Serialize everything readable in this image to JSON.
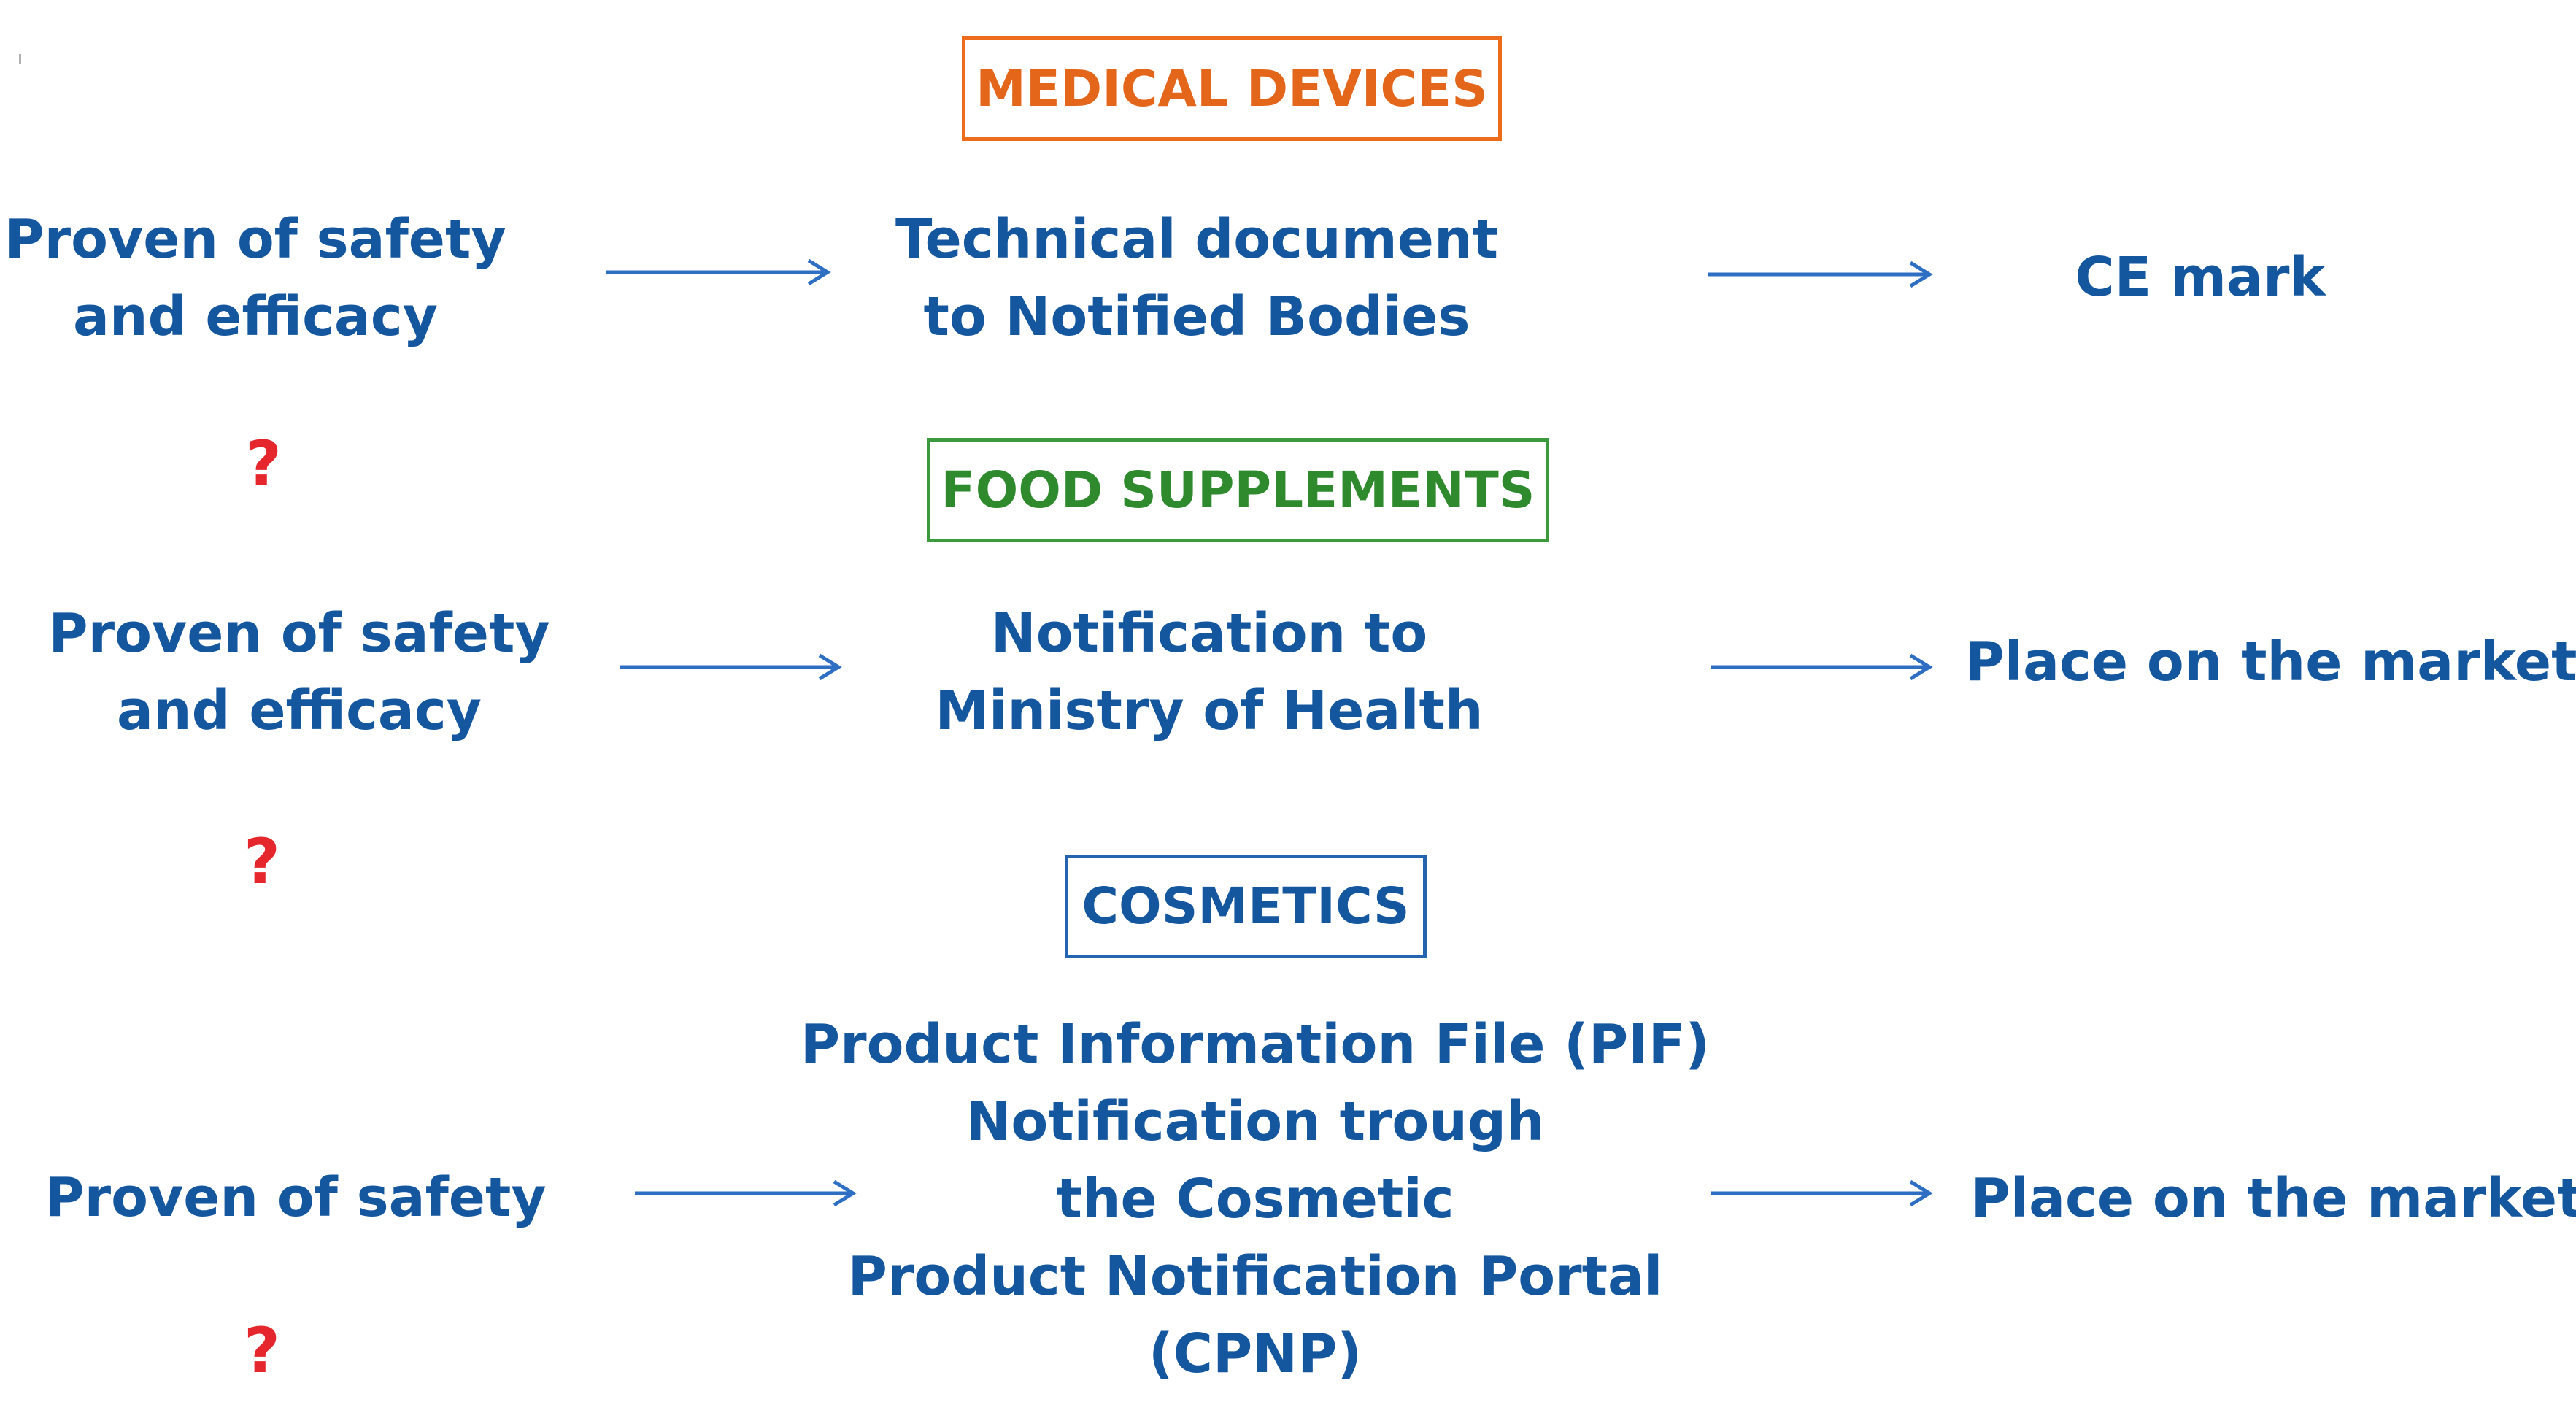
{
  "sections": [
    {
      "header": "MEDICAL DEVICES",
      "source": [
        "Proven of safety",
        "and efficacy"
      ],
      "middle": [
        "Technical document",
        "to Notified Bodies"
      ],
      "result": "CE mark",
      "question": "?"
    },
    {
      "header": "FOOD SUPPLEMENTS",
      "source": [
        "Proven of safety",
        "and efficacy"
      ],
      "middle": [
        "Notification to",
        "Ministry of Health"
      ],
      "result": "Place on the market",
      "question": "?"
    },
    {
      "header": "COSMETICS",
      "source": [
        "Proven of safety"
      ],
      "middle": [
        "Product Information File (PIF)",
        "Notification trough",
        "the Cosmetic",
        "Product Notification Portal",
        "(CPNP)"
      ],
      "result": "Place on the market",
      "question": "?"
    }
  ],
  "colors": {
    "text": "#15579f",
    "medical": "#e4661a",
    "food": "#2f8a2e",
    "cosmetics": "#15579f",
    "question": "#e5262c",
    "arrow": "#2e6fc4"
  }
}
